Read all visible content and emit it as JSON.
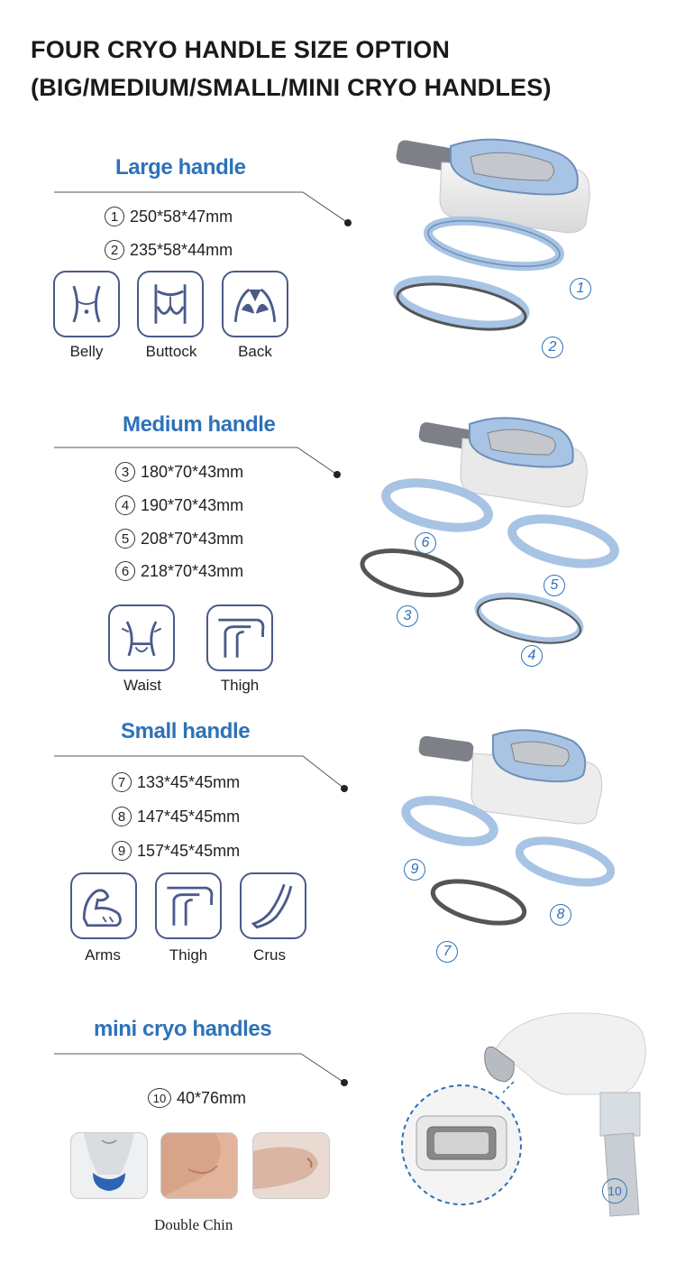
{
  "title_line1": "FOUR CRYO HANDLE SIZE OPTION",
  "title_line2": "(BIG/MEDIUM/SMALL/MINI CRYO HANDLES)",
  "large": {
    "title": "Large handle",
    "specs": [
      {
        "num": "1",
        "size": "250*58*47mm"
      },
      {
        "num": "2",
        "size": "235*58*44mm"
      }
    ],
    "areas": [
      {
        "label": "Belly",
        "icon": "belly-icon"
      },
      {
        "label": "Buttock",
        "icon": "buttock-icon"
      },
      {
        "label": "Back",
        "icon": "back-icon"
      }
    ],
    "badges": [
      "1",
      "2"
    ]
  },
  "medium": {
    "title": "Medium handle",
    "specs": [
      {
        "num": "3",
        "size": "180*70*43mm"
      },
      {
        "num": "4",
        "size": "190*70*43mm"
      },
      {
        "num": "5",
        "size": "208*70*43mm"
      },
      {
        "num": "6",
        "size": "218*70*43mm"
      }
    ],
    "areas": [
      {
        "label": "Waist",
        "icon": "waist-icon"
      },
      {
        "label": "Thigh",
        "icon": "thigh-icon"
      }
    ],
    "badges": [
      "6",
      "5",
      "3",
      "4"
    ]
  },
  "small": {
    "title": "Small handle",
    "specs": [
      {
        "num": "7",
        "size": "133*45*45mm"
      },
      {
        "num": "8",
        "size": "147*45*45mm"
      },
      {
        "num": "9",
        "size": "157*45*45mm"
      }
    ],
    "areas": [
      {
        "label": "Arms",
        "icon": "arm-icon"
      },
      {
        "label": "Thigh",
        "icon": "thigh-icon"
      },
      {
        "label": "Crus",
        "icon": "crus-icon"
      }
    ],
    "badges": [
      "9",
      "8",
      "7"
    ]
  },
  "mini": {
    "title": "mini cryo  handles",
    "specs": [
      {
        "num": "10",
        "size": "40*76mm"
      }
    ],
    "area_label": "Double Chin",
    "badges": [
      "10"
    ]
  },
  "colors": {
    "accent": "#2d72b8",
    "icon_stroke": "#4a5a8a",
    "cup_blue": "#a8c4e4"
  }
}
